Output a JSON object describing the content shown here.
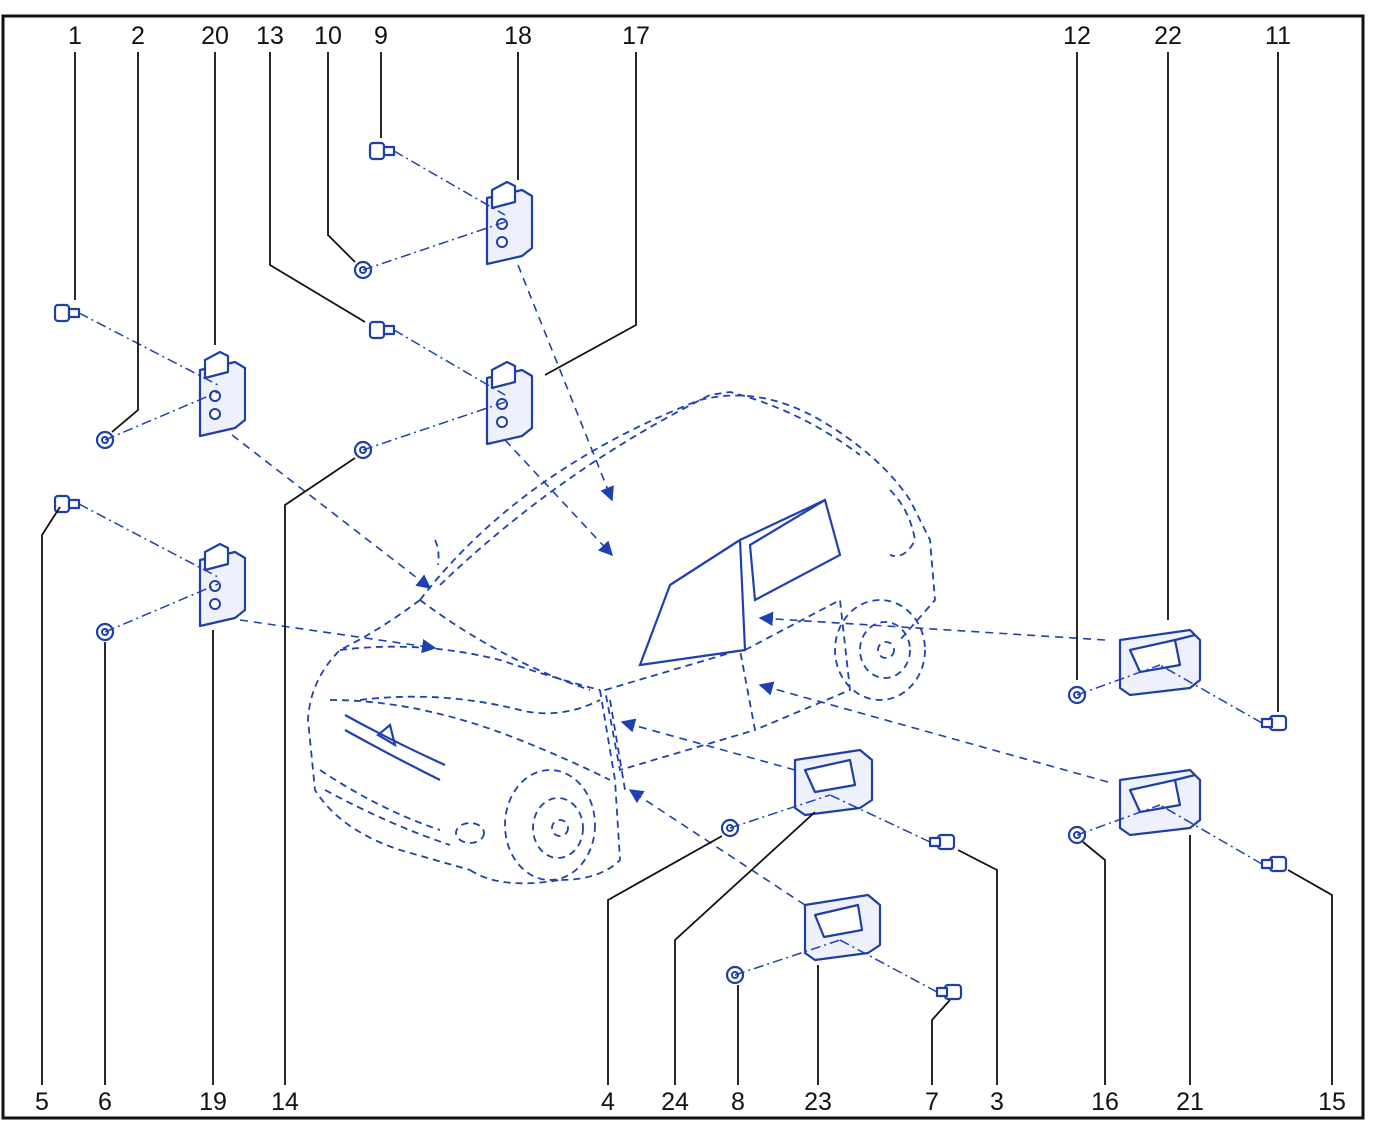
{
  "callouts": {
    "c1": "1",
    "c2": "2",
    "c3": "3",
    "c4": "4",
    "c5": "5",
    "c6": "6",
    "c7": "7",
    "c8": "8",
    "c9": "9",
    "c10": "10",
    "c11": "11",
    "c12": "12",
    "c13": "13",
    "c14": "14",
    "c15": "15",
    "c16": "16",
    "c17": "17",
    "c18": "18",
    "c19": "19",
    "c20": "20",
    "c21": "21",
    "c22": "22",
    "c23": "23",
    "c24": "24"
  },
  "colors": {
    "line_art": "#1f3fa6",
    "text": "#111111",
    "background": "#ffffff"
  }
}
